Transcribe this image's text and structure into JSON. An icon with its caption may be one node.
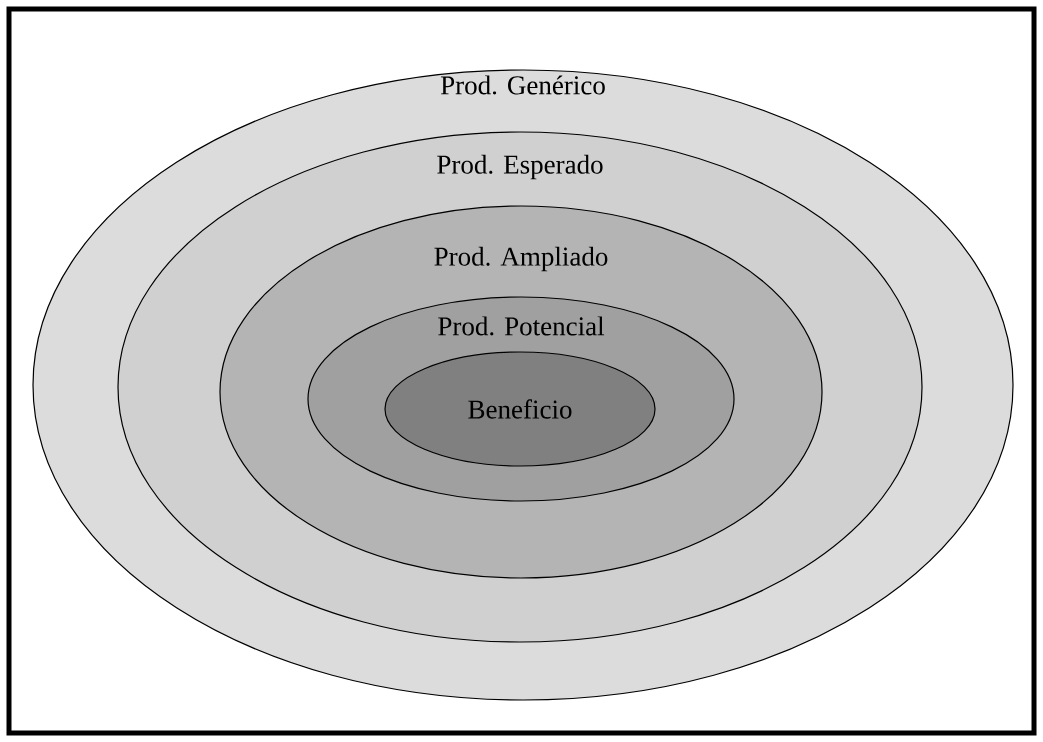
{
  "diagram": {
    "nodes": [
      {
        "text": [
          "Prod. Genérico"
        ]
      },
      {
        "text": [
          "Prod. Esperado"
        ],
        "in": 0
      },
      {
        "text": [
          "Prod. Ampliado"
        ],
        "in": 1
      },
      {
        "text": [
          "Prod. Potencial"
        ],
        "in": 2
      },
      {
        "text": [
          "Beneficio"
        ],
        "in": 3
      }
    ]
  }
}
